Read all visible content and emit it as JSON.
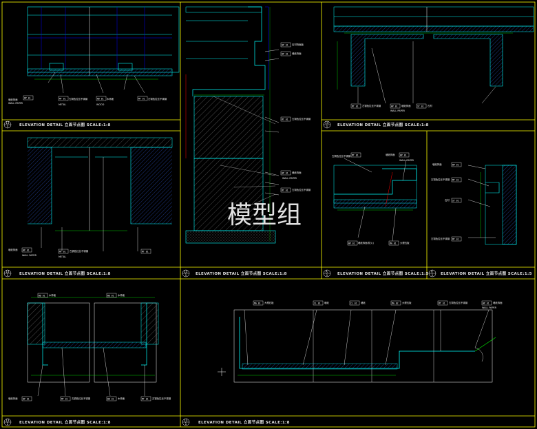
{
  "watermark": "模型组",
  "panels": [
    {
      "id": "p1",
      "number": "13",
      "sheet": "1",
      "title": "ELEVATION  DETAIL    立面节点图    SCALE:1:8",
      "notes": [
        "墙纸饰面",
        "WALL PAPER",
        "古铜色拉丝不锈钢",
        "METAL",
        "木饰面",
        "WOOD",
        "古铜色拉丝不锈钢"
      ],
      "tags": [
        "WP 01",
        "MT 01",
        "WD 01",
        "MT 01"
      ]
    },
    {
      "id": "p2",
      "number": "13",
      "sheet": "1",
      "title": "ELEVATION  DETAIL    立面节点图    SCALE:1:8",
      "notes": [
        "石材饰面板",
        "墙纸饰面",
        "古铜色拉丝不锈钢",
        "墙纸饰面",
        "古铜色拉丝不锈钢",
        "WALL PAPER"
      ],
      "tags": [
        "WP 01",
        "WP 01",
        "MT 01",
        "WP 01",
        "MT 01"
      ]
    },
    {
      "id": "p3",
      "number": "14",
      "sheet": "1",
      "title": "ELEVATION  DETAIL    立面节点图    SCALE:1:8",
      "notes": [
        "古铜色拉丝不锈钢",
        "墙纸饰面",
        "石材",
        "WALL PAPER"
      ],
      "tags": [
        "MT 01",
        "WP 01",
        "ST 01"
      ]
    },
    {
      "id": "p4",
      "number": "14",
      "sheet": "1",
      "title": "ELEVATION  DETAIL    立面节点图    SCALE:1:8",
      "notes": [
        "墙纸饰面",
        "WALL PAPER",
        "古铜色拉丝不锈钢",
        "METAL"
      ],
      "tags": [
        "WP 01",
        "MT 01",
        "MT 01"
      ]
    },
    {
      "id": "p5",
      "number": "A",
      "sheet": "1",
      "title": "ELEVATION  DETAIL    立面节点图    SCALE:1:5",
      "notes": [
        "古铜色拉丝不锈钢",
        "墙纸饰面",
        "WALL PAPER",
        "墙纸饰面(防火)",
        "大理石板"
      ],
      "tags": [
        "MT 01",
        "WP 01",
        "WP 01",
        "MA 01"
      ]
    },
    {
      "id": "p6",
      "number": "V",
      "sheet": "1",
      "title": "ELEVATION  DETAIL    立面节点图    SCALE:1:5",
      "notes": [
        "墙纸饰面",
        "古铜色拉丝不锈钢",
        "石材",
        "古铜色拉丝不锈钢"
      ],
      "tags": [
        "WP 01",
        "MT 01",
        "ST 01",
        "MT 01"
      ]
    },
    {
      "id": "p7",
      "number": "13",
      "sheet": "1",
      "title": "ELEVATION  DETAIL    立面节点图    SCALE:1:8",
      "notes": [
        "木饰面",
        "木饰面",
        "墙纸饰面",
        "古铜色拉丝不锈钢",
        "木饰面",
        "古铜色拉丝不锈钢"
      ],
      "tags": [
        "WD 01",
        "WD 01",
        "WP 01",
        "MT 01",
        "WD 01",
        "MT 01"
      ]
    },
    {
      "id": "p8",
      "number": "13",
      "sheet": "1",
      "title": "ELEVATION  DETAIL    立面节点图    SCALE:1:8",
      "notes": [
        "大理石板",
        "墙纸",
        "墙纸",
        "大理石板",
        "古铜色拉丝不锈钢",
        "墙纸饰面",
        "WALL PAPER"
      ],
      "tags": [
        "MA 01",
        "CL 01",
        "CL 01",
        "MA 02",
        "MT 01",
        "WP 01"
      ]
    }
  ],
  "colors": {
    "background": "#000000",
    "frame": "#ffff00",
    "wall": "#00ffff",
    "stud": "#0000ff",
    "hatch": "#808080",
    "leader": "#ffffff",
    "dimension": "#00ff00",
    "accent": "#ff0000"
  }
}
